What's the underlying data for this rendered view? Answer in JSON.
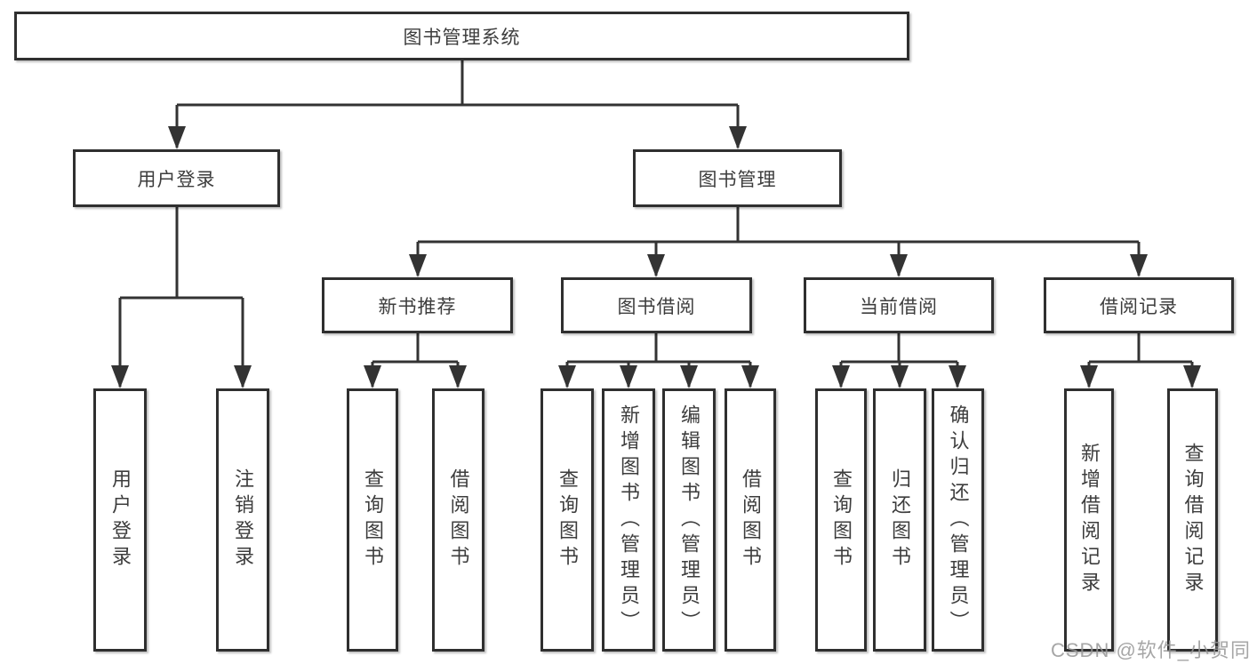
{
  "tree": {
    "root": {
      "label": "图书管理系统",
      "children": [
        {
          "label": "用户登录",
          "children": [
            {
              "label": "用户登录"
            },
            {
              "label": "注销登录"
            }
          ]
        },
        {
          "label": "图书管理",
          "children": [
            {
              "label": "新书推荐",
              "children": [
                {
                  "label": "查询图书"
                },
                {
                  "label": "借阅图书"
                }
              ]
            },
            {
              "label": "图书借阅",
              "children": [
                {
                  "label": "查询图书"
                },
                {
                  "label": "新增图书（管理员）"
                },
                {
                  "label": "编辑图书（管理员）"
                },
                {
                  "label": "借阅图书"
                }
              ]
            },
            {
              "label": "当前借阅",
              "children": [
                {
                  "label": "查询图书"
                },
                {
                  "label": "归还图书"
                },
                {
                  "label": "确认归还（管理员）"
                }
              ]
            },
            {
              "label": "借阅记录",
              "children": [
                {
                  "label": "新增借阅记录"
                },
                {
                  "label": "查询借阅记录"
                }
              ]
            }
          ]
        }
      ]
    }
  },
  "watermark": {
    "text": "CSDN @软件_小贺同学"
  },
  "colors": {
    "line": "#333333",
    "box_border": "#2f2f2f",
    "text": "#3d3d3d",
    "background": "#ffffff",
    "watermark": "#969696"
  }
}
